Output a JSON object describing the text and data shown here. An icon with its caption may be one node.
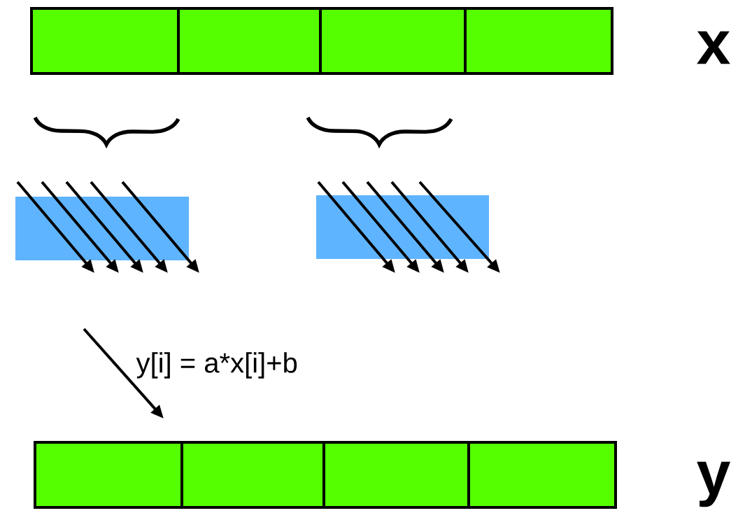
{
  "diagram": {
    "nodes": [
      {
        "text": [],
        "shape": "box"
      },
      {
        "text": [],
        "shape": "box"
      },
      {
        "text": [],
        "shape": "box"
      },
      {
        "text": [],
        "shape": "box"
      },
      {
        "text": [],
        "shape": "box"
      },
      {
        "text": [],
        "shape": "box"
      },
      {
        "text": [],
        "shape": "box"
      },
      {
        "text": [],
        "shape": "box"
      },
      {
        "text": [],
        "shape": "box"
      },
      {
        "text": [],
        "shape": "box"
      }
    ],
    "edges": [
      {
        "from": null,
        "to": 6,
        "arrow": "to",
        "label": "y[i] = a*x[i]+b"
      }
    ],
    "labels": [
      "x",
      "y"
    ]
  }
}
